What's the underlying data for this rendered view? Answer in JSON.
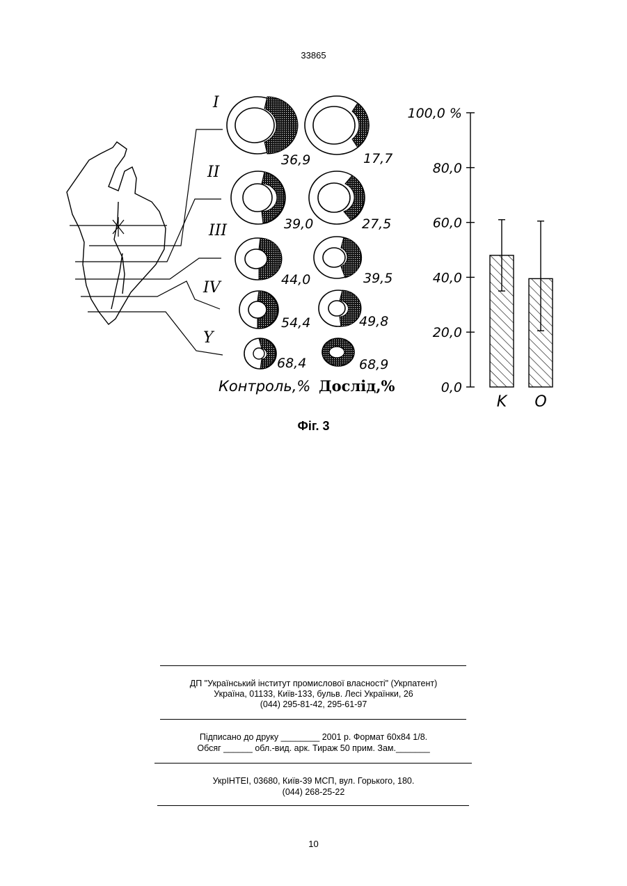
{
  "header": {
    "doc_number": "33865"
  },
  "figure": {
    "zones": [
      "I",
      "II",
      "III",
      "IV",
      "Y"
    ],
    "control_values": [
      "36,9",
      "39,0",
      "44,0",
      "54,4",
      "68,4"
    ],
    "experiment_values": [
      "17,7",
      "27,5",
      "39,5",
      "49,8",
      "68,9"
    ],
    "control_label": "Контроль,%",
    "experiment_label": "Дослід,%",
    "caption": "Фіг. 3"
  },
  "chart_data": {
    "type": "bar",
    "categories": [
      "K",
      "O"
    ],
    "values": [
      48.0,
      39.5
    ],
    "error_high": [
      61.0,
      60.5
    ],
    "error_low": [
      35.0,
      20.5
    ],
    "tick_labels": [
      "0,0",
      "20,0",
      "40,0",
      "60,0",
      "80,0",
      "100,0 %"
    ],
    "ylim": [
      0,
      100
    ],
    "pattern": "hatched",
    "grid": false
  },
  "imprint": {
    "publisher_line1": "ДП \"Український інститут промислової власності\" (Укрпатент)",
    "publisher_line2": "Україна, 01133, Київ-133, бульв. Лесі Українки, 26",
    "publisher_line3": "(044) 295-81-42, 295-61-97",
    "signed_line": "Підписано до друку ________ 2001 р.    Формат 60х84 1/8.",
    "volume_line": "Обсяг ______ обл.-вид. арк.   Тираж 50 прим.    Зам._______",
    "printer_line1": "УкрІНТЕІ, 03680, Київ-39 МСП, вул. Горького, 180.",
    "printer_line2": "(044) 268-25-22"
  },
  "footer": {
    "page_number": "10"
  }
}
